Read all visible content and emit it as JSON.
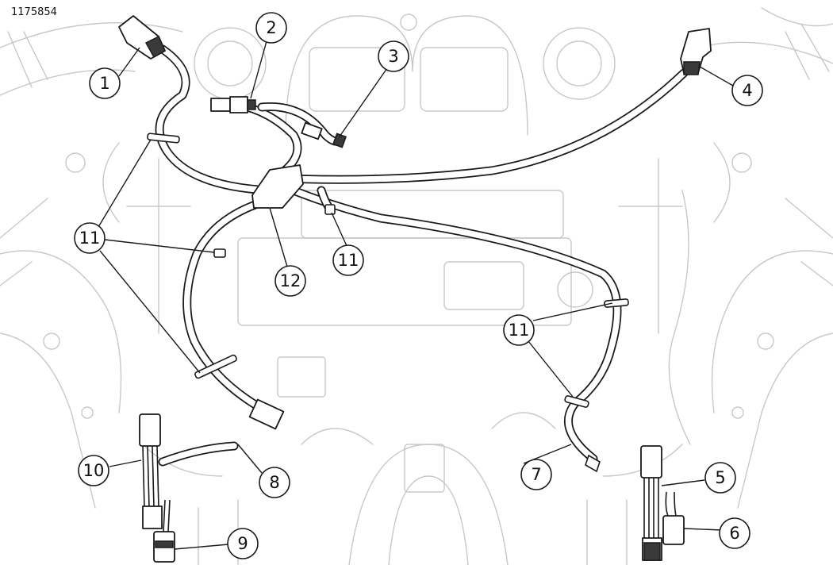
{
  "figure_id": "1175854",
  "callouts": {
    "c1": "1",
    "c2": "2",
    "c3": "3",
    "c4": "4",
    "c5": "5",
    "c6": "6",
    "c7": "7",
    "c8": "8",
    "c9": "9",
    "c10": "10",
    "c11a": "11",
    "c11b": "11",
    "c11c": "11",
    "c12": "12"
  },
  "colors": {
    "line": "#1a1a1a",
    "background_line": "#c8c8c8",
    "background": "#ffffff"
  }
}
